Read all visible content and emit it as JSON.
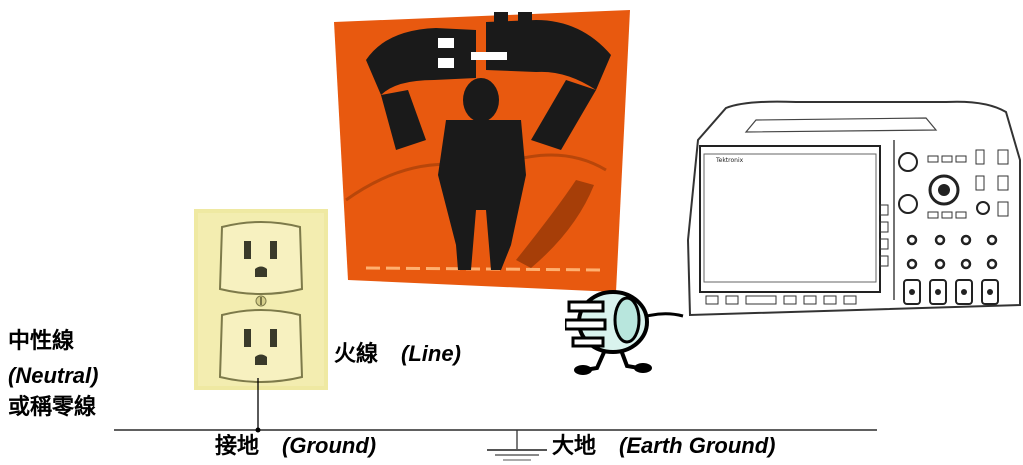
{
  "labels": {
    "neutral_line1": "中性線",
    "neutral_line2": "(Neutral)",
    "neutral_line3": "或稱零線",
    "line_cn": "火線",
    "line_en": "(Line)",
    "ground_cn": "接地",
    "ground_en": "(Ground)",
    "earth_cn": "大地",
    "earth_en": "(Earth Ground)"
  },
  "scope_screen_label": "Tektronix",
  "colors": {
    "orange_card": "#e8590f",
    "outlet_plate": "#efe9a2",
    "outlet_face": "#f6f0b8",
    "line": "#000000"
  },
  "icons": [
    "woman-holding-plugs-illustration",
    "wall-outlet",
    "oscilloscope",
    "walking-plug-character",
    "ground-symbol"
  ]
}
